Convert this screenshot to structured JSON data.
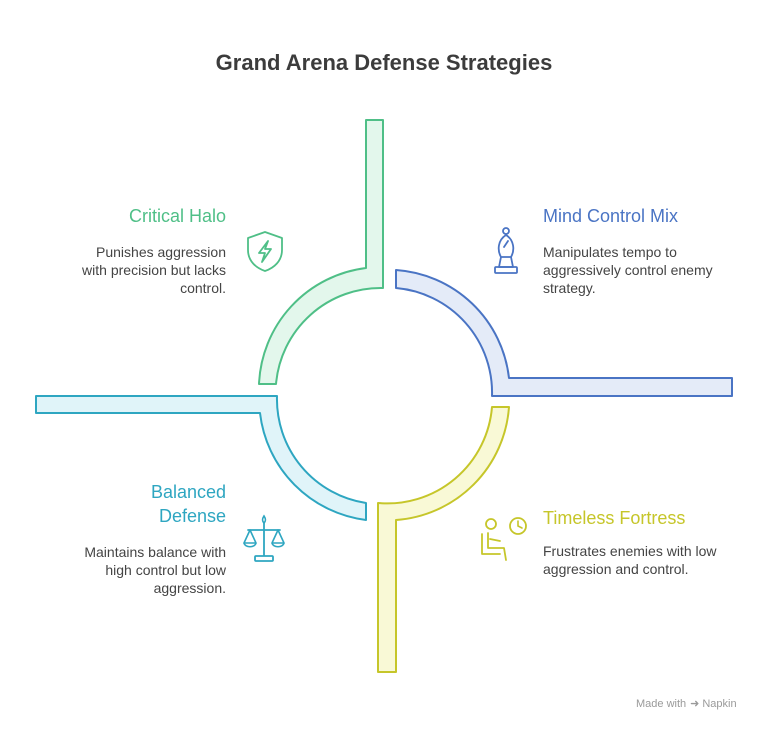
{
  "title": "Grand Arena Defense Strategies",
  "quadrants": [
    {
      "key": "top-left",
      "title": "Critical Halo",
      "description": "Punishes aggression with precision but lacks control.",
      "icon": "lightning-shield-icon",
      "color": "#4fbf87",
      "fill": "#e3f7ec"
    },
    {
      "key": "top-right",
      "title": "Mind Control Mix",
      "description": "Manipulates tempo to aggressively control enemy strategy.",
      "icon": "chess-bishop-icon",
      "color": "#4a74c4",
      "fill": "#e4ebf8"
    },
    {
      "key": "bottom-left",
      "title": "Balanced Defense",
      "description": "Maintains balance with high control but low aggression.",
      "icon": "scales-icon",
      "color": "#2ea6c1",
      "fill": "#e0f4f9"
    },
    {
      "key": "bottom-right",
      "title": "Timeless Fortress",
      "description": "Frustrates enemies with low aggression and control.",
      "icon": "person-clock-icon",
      "color": "#c6c62a",
      "fill": "#f9f9d6"
    }
  ],
  "footer": {
    "made_with": "Made with",
    "brand": "Napkin"
  }
}
